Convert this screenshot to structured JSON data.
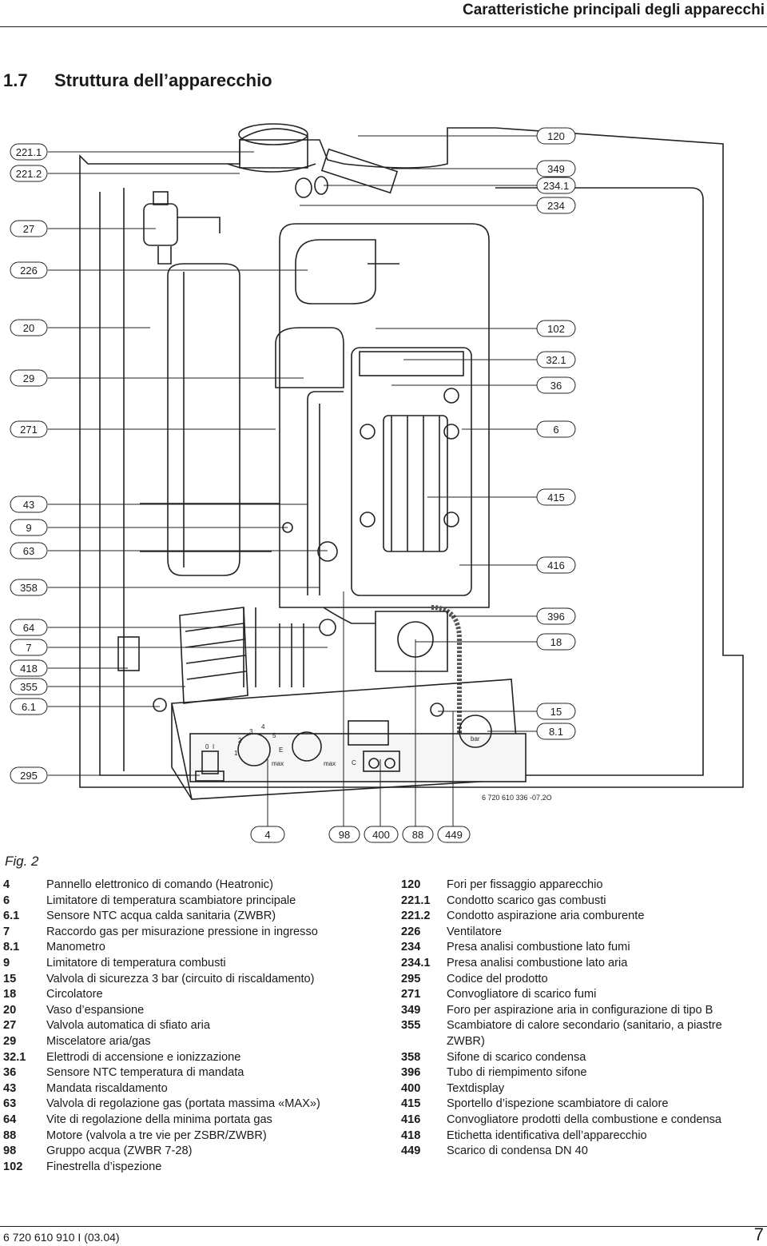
{
  "header": {
    "title": "Caratteristiche principali degli apparecchi"
  },
  "section": {
    "number": "1.7",
    "title": "Struttura dell’apparecchio"
  },
  "figure": {
    "label": "Fig. 2",
    "drawing_code": "6 720 610 336 -07.2O",
    "callouts_left": [
      "221.1",
      "221.2",
      "27",
      "226",
      "20",
      "29",
      "271",
      "43",
      "9",
      "63",
      "358",
      "64",
      "7",
      "418",
      "355",
      "6.1",
      "295"
    ],
    "callouts_right": [
      "120",
      "349",
      "234.1",
      "234",
      "102",
      "32.1",
      "36",
      "6",
      "415",
      "416",
      "396",
      "18",
      "15",
      "8.1"
    ],
    "callouts_bottom": [
      "4",
      "98",
      "400",
      "88",
      "449"
    ],
    "panel_marks": [
      "0",
      "I",
      "1",
      "2",
      "3",
      "4",
      "5",
      "E",
      "max",
      "max",
      "C",
      "bar"
    ]
  },
  "legend_left": [
    {
      "num": "4",
      "text": "Pannello elettronico di comando (Heatronic)"
    },
    {
      "num": "6",
      "text": "Limitatore di temperatura scambiatore principale"
    },
    {
      "num": "6.1",
      "text": "Sensore NTC acqua calda sanitaria (ZWBR)"
    },
    {
      "num": "7",
      "text": "Raccordo gas per misurazione pressione in ingresso"
    },
    {
      "num": "8.1",
      "text": "Manometro"
    },
    {
      "num": "9",
      "text": "Limitatore di temperatura combusti"
    },
    {
      "num": "15",
      "text": "Valvola di sicurezza 3 bar (circuito di riscaldamento)"
    },
    {
      "num": "18",
      "text": "Circolatore"
    },
    {
      "num": "20",
      "text": "Vaso d’espansione"
    },
    {
      "num": "27",
      "text": "Valvola automatica di sfiato aria"
    },
    {
      "num": "29",
      "text": "Miscelatore aria/gas"
    },
    {
      "num": "32.1",
      "text": "Elettrodi di accensione e ionizzazione"
    },
    {
      "num": "36",
      "text": "Sensore NTC temperatura di mandata"
    },
    {
      "num": "43",
      "text": "Mandata riscaldamento"
    },
    {
      "num": "63",
      "text": "Valvola di regolazione gas (portata massima «MAX»)"
    },
    {
      "num": "64",
      "text": "Vite di regolazione della minima portata gas"
    },
    {
      "num": "88",
      "text": "Motore (valvola a tre vie per ZSBR/ZWBR)"
    },
    {
      "num": "98",
      "text": "Gruppo acqua (ZWBR 7-28)"
    },
    {
      "num": "102",
      "text": "Finestrella d’ispezione"
    }
  ],
  "legend_right": [
    {
      "num": "120",
      "text": "Fori per fissaggio apparecchio"
    },
    {
      "num": "221.1",
      "text": "Condotto scarico gas combusti"
    },
    {
      "num": "221.2",
      "text": "Condotto aspirazione aria comburente"
    },
    {
      "num": "226",
      "text": "Ventilatore"
    },
    {
      "num": "234",
      "text": "Presa analisi combustione lato fumi"
    },
    {
      "num": "234.1",
      "text": "Presa analisi combustione lato aria"
    },
    {
      "num": "295",
      "text": "Codice del prodotto"
    },
    {
      "num": "271",
      "text": "Convogliatore di scarico fumi"
    },
    {
      "num": "349",
      "text": "Foro per aspirazione aria in configurazione di tipo B"
    },
    {
      "num": "355",
      "text": "Scambiatore di calore secondario (sanitario, a piastre ZWBR)"
    },
    {
      "num": "358",
      "text": "Sifone di scarico condensa"
    },
    {
      "num": "396",
      "text": "Tubo di riempimento sifone"
    },
    {
      "num": "400",
      "text": "Textdisplay"
    },
    {
      "num": "415",
      "text": "Sportello d’ispezione scambiatore di calore"
    },
    {
      "num": "416",
      "text": "Convogliatore prodotti della combustione e condensa"
    },
    {
      "num": "418",
      "text": "Etichetta identificativa dell’apparecchio"
    },
    {
      "num": "449",
      "text": "Scarico di condensa DN 40"
    }
  ],
  "footer": {
    "code": "6 720 610 910 I (03.04)",
    "page": "7"
  }
}
